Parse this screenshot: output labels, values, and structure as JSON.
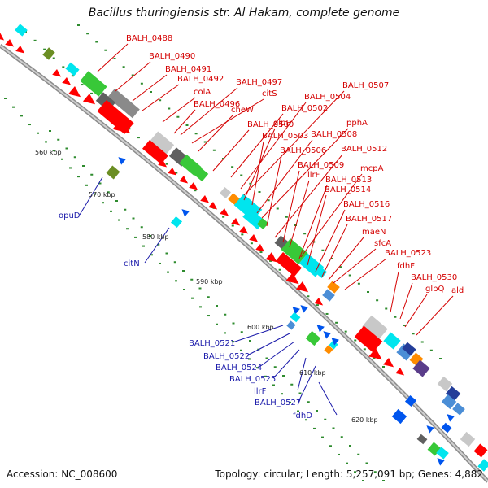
{
  "title": "Bacillus thuringiensis str. Al Hakam, complete genome",
  "footer": {
    "accession": "Accession: NC_008600",
    "topology": "Topology: circular; Length: 5,257,091 bp; Genes: 4,882"
  },
  "colors": {
    "forward_label": "#d40000",
    "reverse_label": "#1a1aaa",
    "backbone": "#9a9a9a",
    "tick": "#2e8b2e"
  },
  "kbp_labels": [
    "560 kbp",
    "570 kbp",
    "580 kbp",
    "590 kbp",
    "600 kbp",
    "610 kbp",
    "620 kbp"
  ],
  "forward_genes": [
    "BALH_0488",
    "BALH_0490",
    "BALH_0491",
    "BALH_0492",
    "colA",
    "BALH_0496",
    "BALH_0497",
    "citS",
    "cheW",
    "BALH_0500",
    "BALH_0502",
    "BALH_0504",
    "BALH_0507",
    "glpP",
    "BALH_0503",
    "BALH_0508",
    "pphA",
    "BALH_0506",
    "BALH_0512",
    "BALH_0509",
    "llrF",
    "mcpA",
    "BALH_0513",
    "BALH_0514",
    "BALH_0516",
    "BALH_0517",
    "maeN",
    "sfcA",
    "BALH_0523",
    "fdhF",
    "BALH_0530",
    "glpQ",
    "ald"
  ],
  "reverse_genes": [
    "opuD",
    "citN",
    "BALH_0521",
    "BALH_0522",
    "BALH_0524",
    "BALH_0525",
    "llrF",
    "BALH_0527",
    "fdhD"
  ]
}
